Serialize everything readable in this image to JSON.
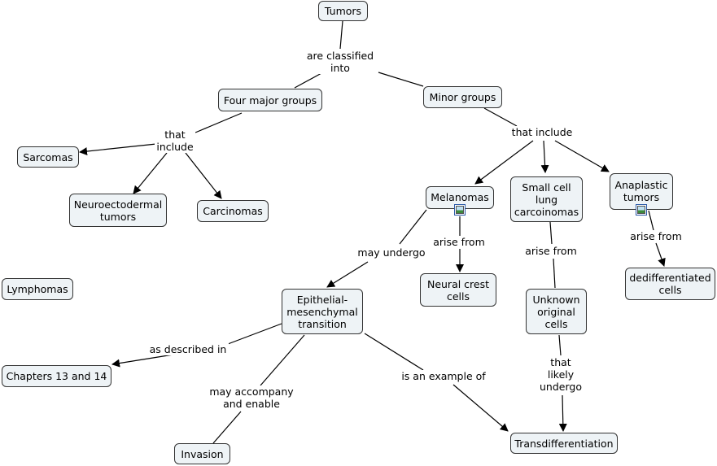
{
  "concept_map": {
    "nodes": {
      "tumors": "Tumors",
      "four_major_groups": "Four major groups",
      "minor_groups": "Minor groups",
      "sarcomas": "Sarcomas",
      "neuroectodermal": "Neuroectodermal\ntumors",
      "carcinomas": "Carcinomas",
      "melanomas": "Melanomas",
      "small_cell": "Small cell\nlung\ncarcoinomas",
      "anaplastic": "Anaplastic\ntumors",
      "lymphomas": "Lymphomas",
      "emt": "Epithelial-\nmesenchymal\ntransition",
      "neural_crest": "Neural crest\ncells",
      "unknown_original": "Unknown\noriginal\ncells",
      "dedifferentiated": "dedifferentiated\ncells",
      "chapters": "Chapters 13 and 14",
      "invasion": "Invasion",
      "transdifferentiation": "Transdifferentiation"
    },
    "links": {
      "are_classified_into": "are classified\ninto",
      "that_include_major": "that\ninclude",
      "that_include_minor": "that include",
      "may_undergo": "may undergo",
      "arise_from_melanomas": "arise from",
      "arise_from_small_cell": "arise from",
      "arise_from_anaplastic": "arise from",
      "as_described_in": "as described in",
      "may_accompany": "may accompany\nand enable",
      "is_an_example_of": "is an example of",
      "that_likely_undergo": "that\nlikely\nundergo"
    }
  }
}
